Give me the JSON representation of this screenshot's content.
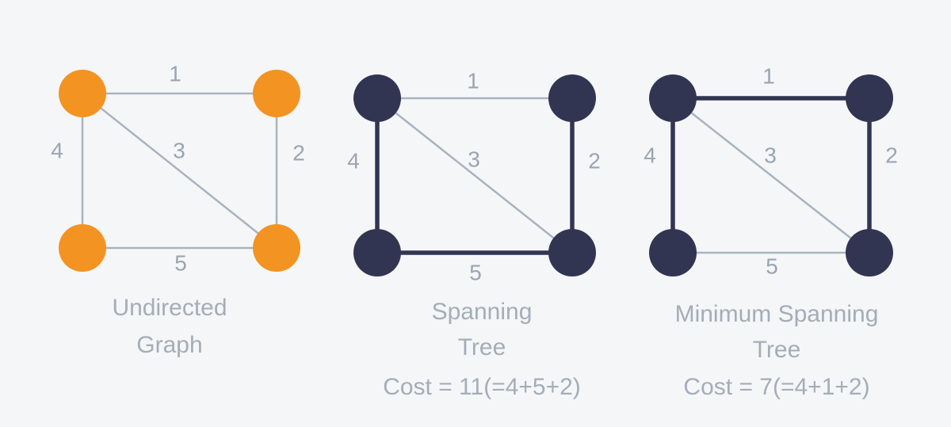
{
  "colors": {
    "background": "#f5f6f8",
    "node_orange": "#f39321",
    "node_dark": "#323552",
    "edge_thin": "#a9b3bd",
    "edge_thick": "#323552",
    "text": "#a4adb8"
  },
  "panels": [
    {
      "id": "undirected-graph",
      "node_style": "orange",
      "edges": {
        "top": {
          "label": "1",
          "highlighted": false
        },
        "right": {
          "label": "2",
          "highlighted": false
        },
        "diagonal": {
          "label": "3",
          "highlighted": false
        },
        "left": {
          "label": "4",
          "highlighted": false
        },
        "bottom": {
          "label": "5",
          "highlighted": false
        }
      },
      "caption": [
        "Undirected",
        "Graph"
      ]
    },
    {
      "id": "spanning-tree",
      "node_style": "dark",
      "edges": {
        "top": {
          "label": "1",
          "highlighted": false
        },
        "right": {
          "label": "2",
          "highlighted": true
        },
        "diagonal": {
          "label": "3",
          "highlighted": false
        },
        "left": {
          "label": "4",
          "highlighted": true
        },
        "bottom": {
          "label": "5",
          "highlighted": true
        }
      },
      "caption": [
        "Spanning",
        "Tree",
        "Cost = 11(=4+5+2)"
      ]
    },
    {
      "id": "minimum-spanning-tree",
      "node_style": "dark",
      "edges": {
        "top": {
          "label": "1",
          "highlighted": true
        },
        "right": {
          "label": "2",
          "highlighted": true
        },
        "diagonal": {
          "label": "3",
          "highlighted": false
        },
        "left": {
          "label": "4",
          "highlighted": true
        },
        "bottom": {
          "label": "5",
          "highlighted": false
        }
      },
      "caption": [
        "Minimum Spanning",
        "Tree",
        "Cost = 7(=4+1+2)"
      ]
    }
  ]
}
